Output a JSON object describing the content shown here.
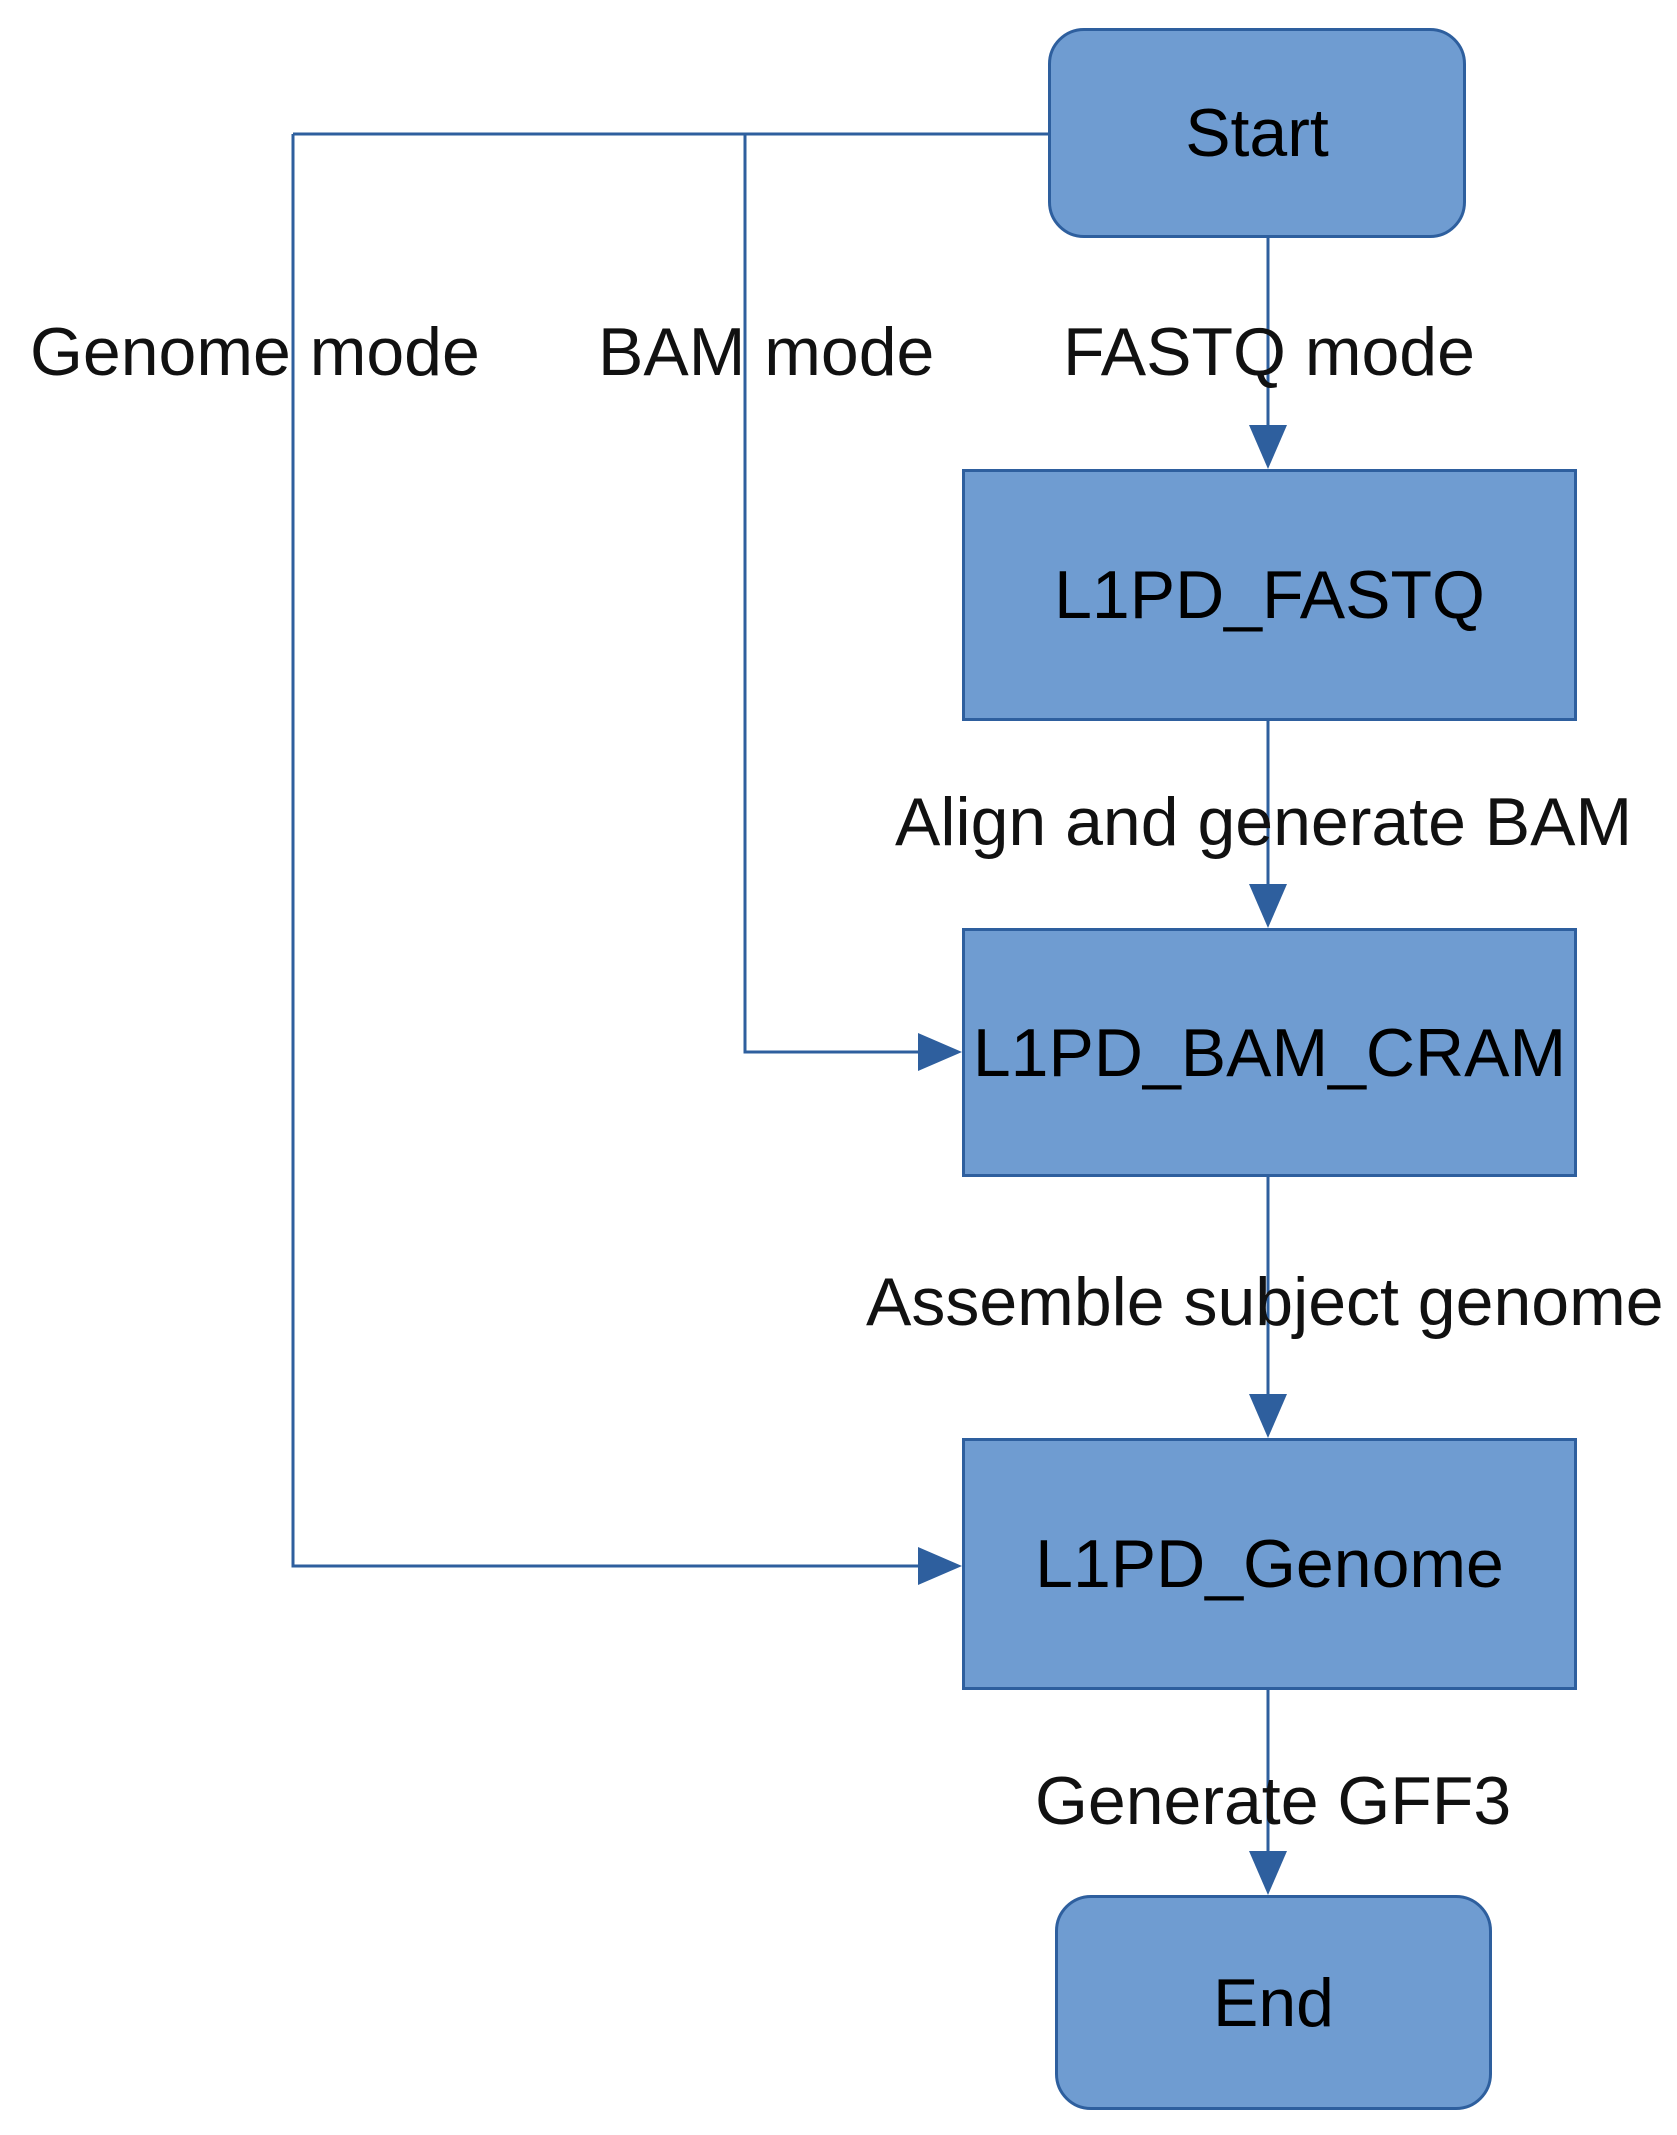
{
  "nodes": {
    "start": {
      "label": "Start"
    },
    "fastq": {
      "label": "L1PD_FASTQ"
    },
    "bam_cram": {
      "label": "L1PD_BAM_CRAM"
    },
    "genome": {
      "label": "L1PD_Genome"
    },
    "end": {
      "label": "End"
    }
  },
  "edge_labels": {
    "genome_mode": "Genome mode",
    "bam_mode": "BAM mode",
    "fastq_mode": "FASTQ mode",
    "align_bam": "Align and generate BAM",
    "assemble_genome": "Assemble subject genome",
    "generate_gff3": "Generate GFF3"
  },
  "edges": [
    {
      "from": "Start",
      "to": "L1PD_FASTQ",
      "label": "FASTQ mode"
    },
    {
      "from": "Start",
      "to": "L1PD_BAM_CRAM",
      "label": "BAM mode"
    },
    {
      "from": "Start",
      "to": "L1PD_Genome",
      "label": "Genome mode"
    },
    {
      "from": "L1PD_FASTQ",
      "to": "L1PD_BAM_CRAM",
      "label": "Align and generate BAM"
    },
    {
      "from": "L1PD_BAM_CRAM",
      "to": "L1PD_Genome",
      "label": "Assemble subject genome"
    },
    {
      "from": "L1PD_Genome",
      "to": "End",
      "label": "Generate GFF3"
    }
  ],
  "colors": {
    "node_fill": "#6f9cd1",
    "node_border": "#2e5f9e",
    "connector": "#2e5f9e",
    "text": "#000000",
    "background": "#ffffff"
  }
}
